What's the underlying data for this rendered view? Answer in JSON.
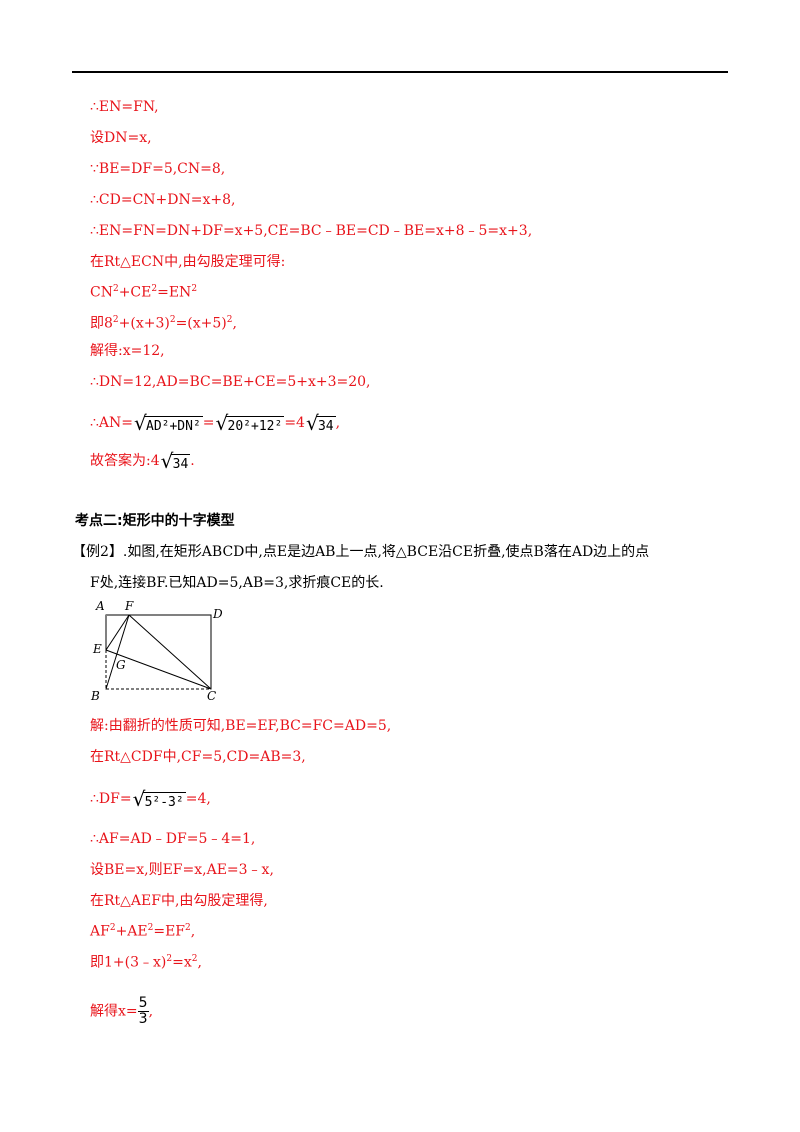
{
  "solution1": {
    "l1": "∴EN=FN,",
    "l2": "设DN=x,",
    "l3": "∵BE=DF=5,CN=8,",
    "l4": "∴CD=CN+DN=x+8,",
    "l5": "∴EN=FN=DN+DF=x+5,CE=BC﹣BE=CD﹣BE=x+8﹣5=x+3,",
    "l6": "在Rt△ECN中,由勾股定理可得:",
    "l7a": "CN",
    "l7b": "+CE",
    "l7c": "=EN",
    "l8a": "即8",
    "l8b": "+(x+3)",
    "l8c": "=(x+5)",
    "l8d": ",",
    "l9": "解得:x=12,",
    "l10": "∴DN=12,AD=BC=BE+CE=5+x+3=20,",
    "l11_prefix": "∴AN=",
    "l11_rad1": "AD²+DN²",
    "l11_eq1": "=",
    "l11_rad2": "20²+12²",
    "l11_eq2": "=4",
    "l11_rad3": "34",
    "l11_end": ",",
    "l12_prefix": "故答案为:4",
    "l12_rad": "34",
    "l12_end": "."
  },
  "section_heading": "考点二:矩形中的十字模型",
  "problem": {
    "line1": "【例2】.如图,在矩形ABCD中,点E是边AB上一点,将△BCE沿CE折叠,使点B落在AD边上的点",
    "line2": "F处,连接BF.已知AD=5,AB=3,求折痕CE的长."
  },
  "diagram_labels": {
    "A": "A",
    "F": "F",
    "D": "D",
    "E": "E",
    "G": "G",
    "B": "B",
    "C": "C"
  },
  "solution2": {
    "l1": "解:由翻折的性质可知,BE=EF,BC=FC=AD=5,",
    "l2": "在Rt△CDF中,CF=5,CD=AB=3,",
    "l3_prefix": "∴DF=",
    "l3_rad": "5²-3²",
    "l3_end": "=4,",
    "l4": "∴AF=AD﹣DF=5﹣4=1,",
    "l5": "设BE=x,则EF=x,AE=3﹣x,",
    "l6": "在Rt△AEF中,由勾股定理得,",
    "l7a": "AF",
    "l7b": "+AE",
    "l7c": "=EF",
    "l7d": ",",
    "l8a": "即1+(3﹣x)",
    "l8b": "=x",
    "l8c": ",",
    "l9_prefix": "解得x=",
    "l9_num": "5",
    "l9_den": "3",
    "l9_end": ","
  },
  "sup2": "2"
}
